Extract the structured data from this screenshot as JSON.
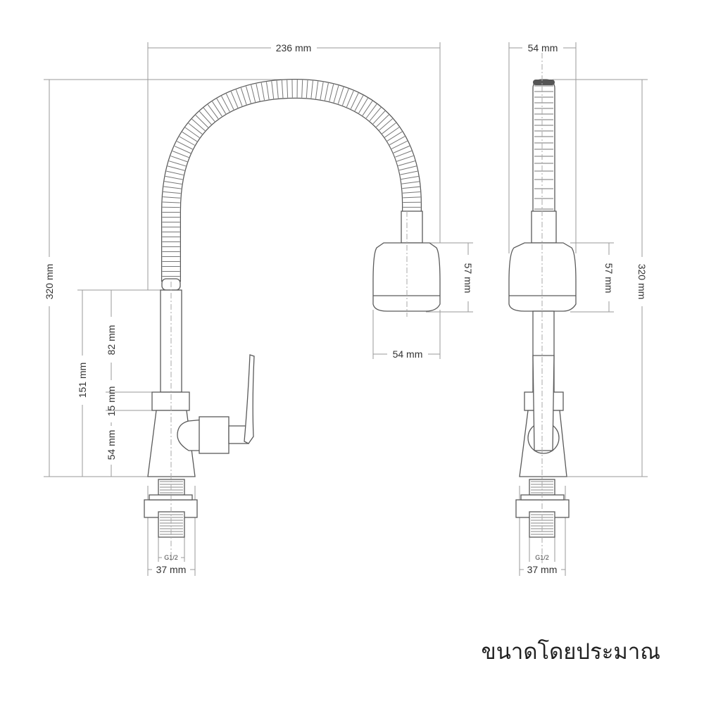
{
  "front_view": {
    "width_label": "236 mm",
    "height_label": "320 mm",
    "body_height_label": "151 mm",
    "stem_label": "82 mm",
    "collar_label": "15 mm",
    "base_label": "54 mm",
    "head_height_label": "57 mm",
    "head_width_label": "54 mm",
    "thread_label": "G1/2",
    "thread_width_label": "37 mm"
  },
  "side_view": {
    "width_label": "54 mm",
    "head_height_label": "57 mm",
    "height_label": "320 mm",
    "thread_label": "G1/2",
    "thread_width_label": "37 mm"
  },
  "caption": "ขนาดโดยประมาณ"
}
